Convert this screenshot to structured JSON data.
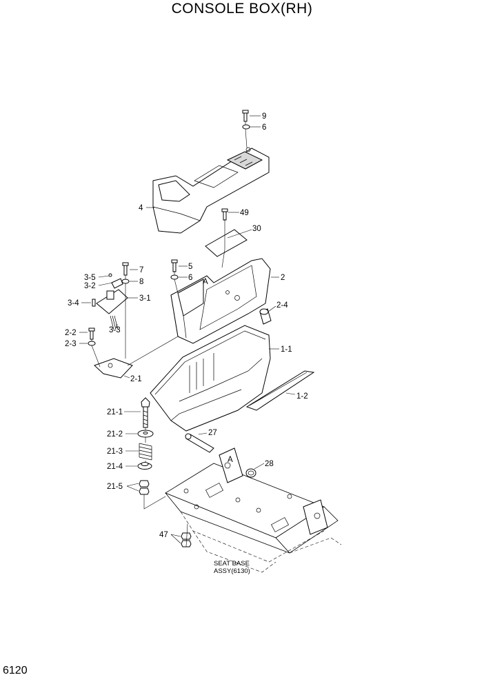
{
  "title": "CONSOLE BOX(RH)",
  "page_number": "6120",
  "seat_base_label": [
    "SEAT BASE",
    "ASSY(6130)"
  ],
  "callouts": {
    "p9": "9",
    "p6a": "6",
    "p4": "4",
    "p49": "49",
    "p30": "30",
    "p7": "7",
    "p8": "8",
    "p5": "5",
    "p6b": "6",
    "pA1": "A",
    "p2": "2",
    "p3_5": "3-5",
    "p3_2": "3-2",
    "p3_1": "3-1",
    "p3_4": "3-4",
    "p2_4": "2-4",
    "p3_3": "3-3",
    "p2_2": "2-2",
    "p2_3": "2-3",
    "p1_1": "1-1",
    "p2_1": "2-1",
    "p1_2": "1-2",
    "p21_1": "21-1",
    "p27": "27",
    "p21_2": "21-2",
    "p21_3": "21-3",
    "pA2": "A",
    "p28": "28",
    "p21_4": "21-4",
    "p21_5": "21-5",
    "p47": "47"
  }
}
